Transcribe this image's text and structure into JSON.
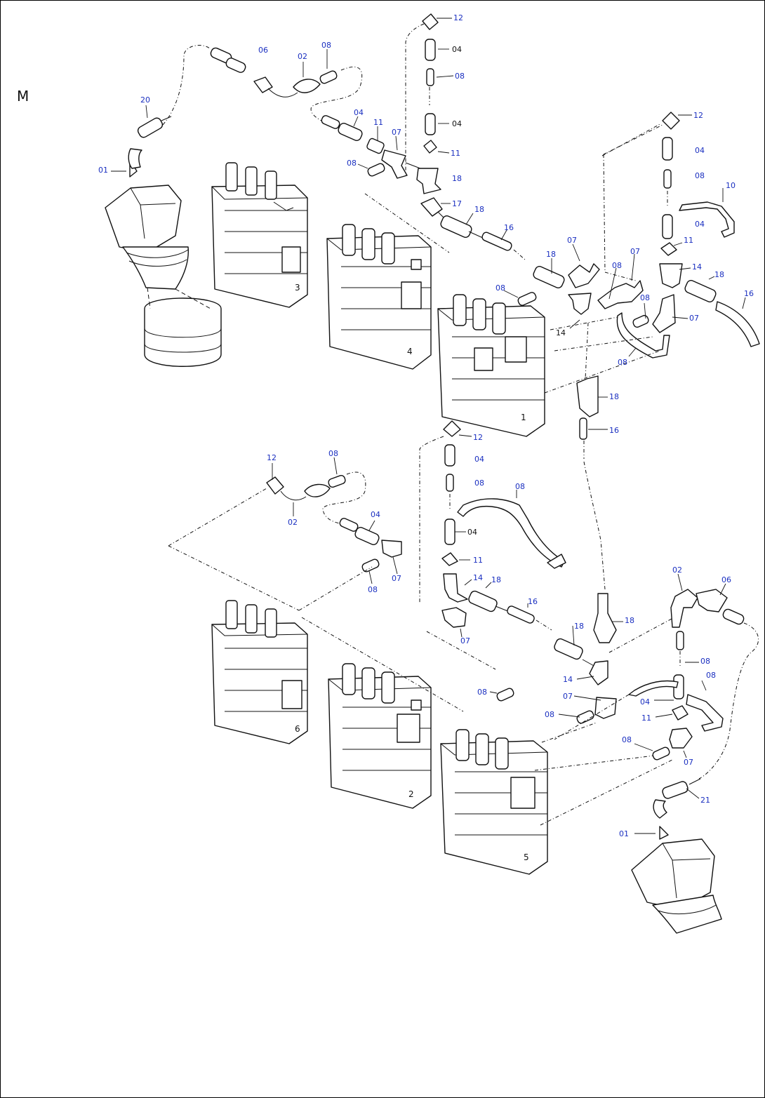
{
  "sheet_letter": "M",
  "assembly_numbers": [
    "1",
    "2",
    "3",
    "4",
    "5",
    "6"
  ],
  "callouts": [
    {
      "id": "c1",
      "label": "12",
      "blue": true
    },
    {
      "id": "c2",
      "label": "04",
      "blue": false
    },
    {
      "id": "c3",
      "label": "08",
      "blue": true
    },
    {
      "id": "c4",
      "label": "04",
      "blue": false
    },
    {
      "id": "c5",
      "label": "11",
      "blue": true
    },
    {
      "id": "c6",
      "label": "18",
      "blue": true
    },
    {
      "id": "c7",
      "label": "17",
      "blue": true
    },
    {
      "id": "c8",
      "label": "18",
      "blue": true
    },
    {
      "id": "c9",
      "label": "16",
      "blue": true
    },
    {
      "id": "c10",
      "label": "06",
      "blue": true
    },
    {
      "id": "c11",
      "label": "02",
      "blue": true
    },
    {
      "id": "c12",
      "label": "08",
      "blue": true
    },
    {
      "id": "c13",
      "label": "04",
      "blue": true
    },
    {
      "id": "c14",
      "label": "11",
      "blue": true
    },
    {
      "id": "c15",
      "label": "07",
      "blue": true
    },
    {
      "id": "c16",
      "label": "08",
      "blue": true
    },
    {
      "id": "c17",
      "label": "20",
      "blue": true
    },
    {
      "id": "c18",
      "label": "01",
      "blue": true
    },
    {
      "id": "c19",
      "label": "12",
      "blue": true
    },
    {
      "id": "c20",
      "label": "04",
      "blue": true
    },
    {
      "id": "c21",
      "label": "08",
      "blue": true
    },
    {
      "id": "c22",
      "label": "10",
      "blue": true
    },
    {
      "id": "c23",
      "label": "04",
      "blue": true
    },
    {
      "id": "c24",
      "label": "11",
      "blue": true
    },
    {
      "id": "c25",
      "label": "14",
      "blue": true
    },
    {
      "id": "c26",
      "label": "18",
      "blue": true
    },
    {
      "id": "c27",
      "label": "16",
      "blue": true
    },
    {
      "id": "c28",
      "label": "07",
      "blue": true
    },
    {
      "id": "c29",
      "label": "07",
      "blue": true
    },
    {
      "id": "c30",
      "label": "18",
      "blue": true
    },
    {
      "id": "c31",
      "label": "08",
      "blue": true
    },
    {
      "id": "c32",
      "label": "08",
      "blue": true
    },
    {
      "id": "c33",
      "label": "08",
      "blue": true
    },
    {
      "id": "c34",
      "label": "07",
      "blue": true
    },
    {
      "id": "c35",
      "label": "14",
      "blue": false
    },
    {
      "id": "c36",
      "label": "08",
      "blue": true
    },
    {
      "id": "c37",
      "label": "18",
      "blue": true
    },
    {
      "id": "c38",
      "label": "16",
      "blue": true
    },
    {
      "id": "c39",
      "label": "12",
      "blue": true
    },
    {
      "id": "c40",
      "label": "04",
      "blue": true
    },
    {
      "id": "c41",
      "label": "08",
      "blue": true
    },
    {
      "id": "c42",
      "label": "08",
      "blue": true
    },
    {
      "id": "c43",
      "label": "04",
      "blue": false
    },
    {
      "id": "c44",
      "label": "11",
      "blue": true
    },
    {
      "id": "c45",
      "label": "14",
      "blue": true
    },
    {
      "id": "c46",
      "label": "18",
      "blue": true
    },
    {
      "id": "c47",
      "label": "16",
      "blue": true
    },
    {
      "id": "c48",
      "label": "07",
      "blue": true
    },
    {
      "id": "c49",
      "label": "12",
      "blue": true
    },
    {
      "id": "c50",
      "label": "08",
      "blue": true
    },
    {
      "id": "c51",
      "label": "02",
      "blue": true
    },
    {
      "id": "c52",
      "label": "04",
      "blue": true
    },
    {
      "id": "c53",
      "label": "07",
      "blue": true
    },
    {
      "id": "c54",
      "label": "08",
      "blue": true
    },
    {
      "id": "c55",
      "label": "18",
      "blue": true
    },
    {
      "id": "c56",
      "label": "18",
      "blue": true
    },
    {
      "id": "c57",
      "label": "14",
      "blue": true
    },
    {
      "id": "c58",
      "label": "07",
      "blue": true
    },
    {
      "id": "c59",
      "label": "08",
      "blue": true
    },
    {
      "id": "c60",
      "label": "08",
      "blue": true
    },
    {
      "id": "c61",
      "label": "02",
      "blue": true
    },
    {
      "id": "c62",
      "label": "06",
      "blue": true
    },
    {
      "id": "c63",
      "label": "08",
      "blue": true
    },
    {
      "id": "c64",
      "label": "08",
      "blue": true
    },
    {
      "id": "c65",
      "label": "04",
      "blue": true
    },
    {
      "id": "c66",
      "label": "11",
      "blue": true
    },
    {
      "id": "c67",
      "label": "08",
      "blue": true
    },
    {
      "id": "c68",
      "label": "07",
      "blue": true
    },
    {
      "id": "c69",
      "label": "21",
      "blue": true
    },
    {
      "id": "c70",
      "label": "01",
      "blue": true
    }
  ]
}
